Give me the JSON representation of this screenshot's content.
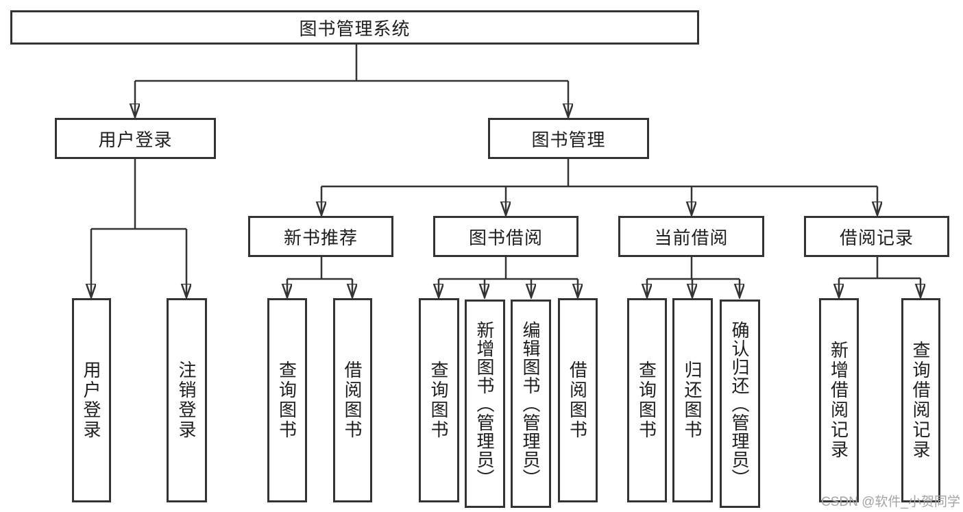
{
  "tree": {
    "root": "图书管理系统",
    "children": [
      {
        "label": "用户登录",
        "children": [
          "用户登录",
          "注销登录"
        ]
      },
      {
        "label": "图书管理",
        "children": [
          {
            "label": "新书推荐",
            "children": [
              "查询图书",
              "借阅图书"
            ]
          },
          {
            "label": "图书借阅",
            "children": [
              "查询图书",
              "新增图书（管理员）",
              "编辑图书（管理员）",
              "借阅图书"
            ]
          },
          {
            "label": "当前借阅",
            "children": [
              "查询图书",
              "归还图书",
              "确认归还（管理员）"
            ]
          },
          {
            "label": "借阅记录",
            "children": [
              "新增借阅记录",
              "查询借阅记录"
            ]
          }
        ]
      }
    ]
  },
  "watermark": "CSDN @软件_小贺同学",
  "colors": {
    "line": "#333333",
    "box_border": "#333333",
    "text": "#1d1d1d",
    "watermark_text": "#a3a3a3",
    "background": "#ffffff"
  }
}
